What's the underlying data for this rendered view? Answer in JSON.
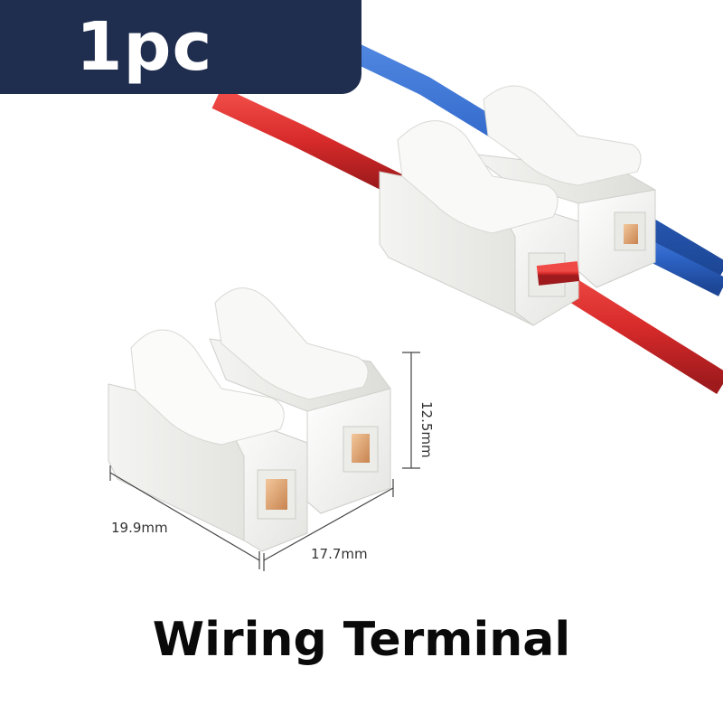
{
  "banner": {
    "quantity_label": "1pc",
    "background_color": "#1f2d4e",
    "text_color": "#ffffff"
  },
  "dimensions": {
    "width_label": "19.9mm",
    "depth_label": "17.7mm",
    "height_label": "12.5mm"
  },
  "product": {
    "title": "Wiring Terminal",
    "body_color": "#f2f2f0",
    "contact_color": "#d9a06a",
    "wire_colors": [
      "#d62b2b",
      "#2f66c9"
    ]
  }
}
